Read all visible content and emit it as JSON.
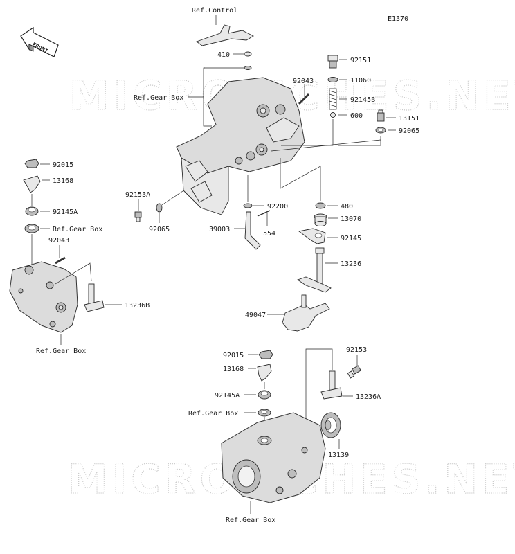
{
  "diagram_code": "E1370",
  "front_label": "FRONT",
  "watermark": "MICROFICHES.NET",
  "labels": {
    "ref_control": "Ref.Control",
    "p410": "410",
    "ref_gearbox_top": "Ref.Gear Box",
    "p92043_top": "92043",
    "p92151": "92151",
    "p11060": "11060",
    "p92145B": "92145B",
    "p600": "600",
    "p13151": "13151",
    "p92065_right": "92065",
    "p92015_left": "92015",
    "p13168_left": "13168",
    "p92145A_left": "92145A",
    "ref_gearbox_left": "Ref.Gear Box",
    "p92043_left": "92043",
    "p13236B": "13236B",
    "ref_gearbox_leftbottom": "Ref.Gear Box",
    "p92153A": "92153A",
    "p92065_mid": "92065",
    "p92200": "92200",
    "p39003": "39003",
    "p554": "554",
    "p480": "480",
    "p13070": "13070",
    "p92145": "92145",
    "p13236": "13236",
    "p49047": "49047",
    "p92015_bottom": "92015",
    "p13168_bottom": "13168",
    "p92145A_bottom": "92145A",
    "ref_gearbox_bottom1": "Ref.Gear Box",
    "p92153": "92153",
    "p13236A": "13236A",
    "p13139": "13139",
    "ref_gearbox_bottom2": "Ref.Gear Box"
  }
}
